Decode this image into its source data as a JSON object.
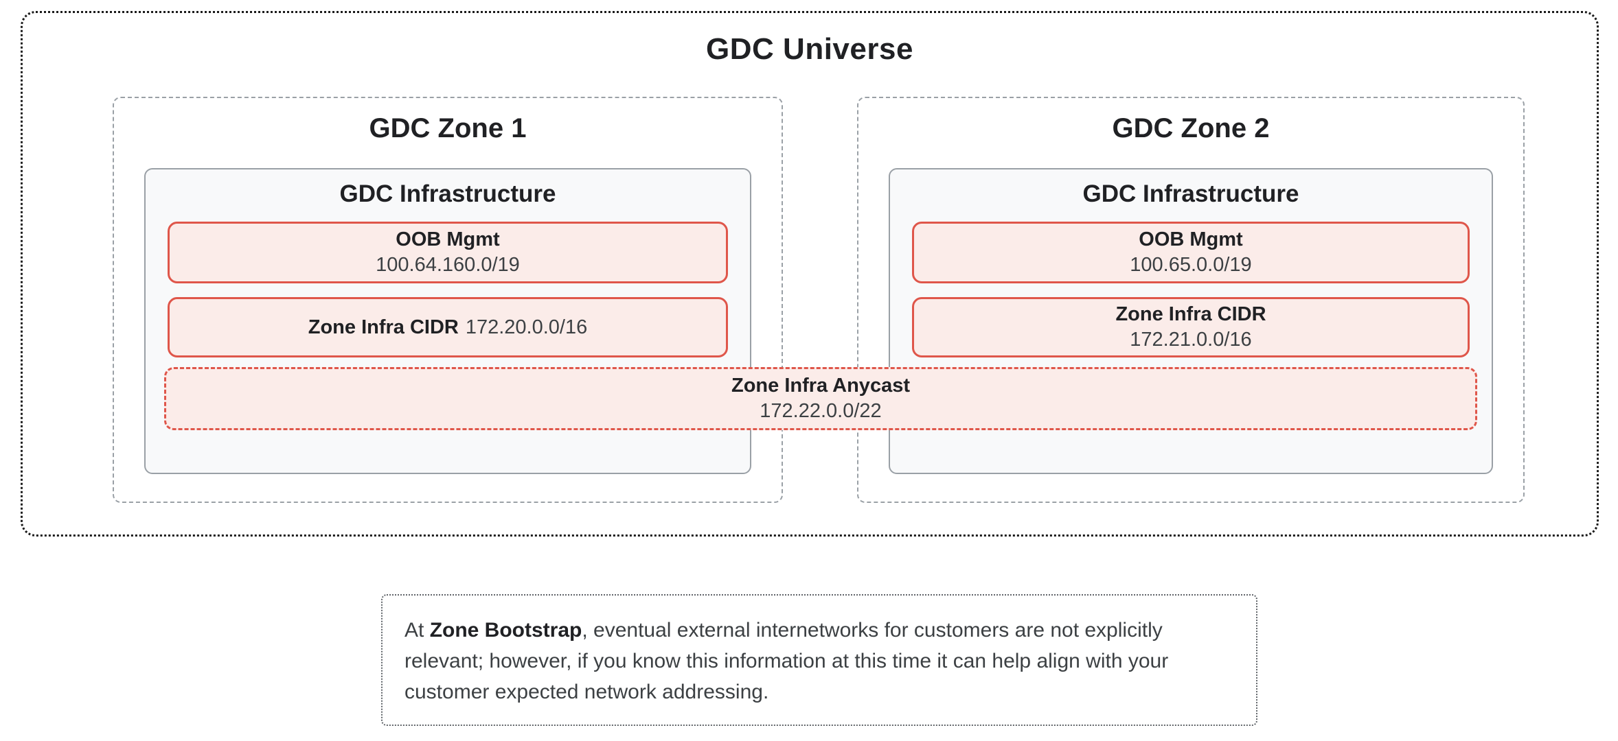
{
  "universe": {
    "title": "GDC Universe",
    "zones": [
      {
        "title": "GDC Zone 1",
        "infrastructure": {
          "title": "GDC Infrastructure",
          "oob": {
            "label": "OOB Mgmt",
            "cidr": "100.64.160.0/19"
          },
          "zone_infra": {
            "label": "Zone Infra CIDR",
            "cidr": "172.20.0.0/16"
          }
        }
      },
      {
        "title": "GDC Zone 2",
        "infrastructure": {
          "title": "GDC Infrastructure",
          "oob": {
            "label": "OOB Mgmt",
            "cidr": "100.65.0.0/19"
          },
          "zone_infra": {
            "label": "Zone Infra CIDR",
            "cidr": "172.21.0.0/16"
          }
        }
      }
    ],
    "anycast": {
      "label": "Zone Infra Anycast",
      "cidr": "172.22.0.0/22"
    }
  },
  "note": {
    "prefix": "At ",
    "bold": "Zone Bootstrap",
    "rest": ", eventual external internetworks for customers are not explicitly relevant; however, if you know this information at this time it can help align with your customer expected network addressing."
  },
  "colors": {
    "red_border": "#df564a",
    "red_fill": "#fbece9",
    "gray_border": "#9aa0a6",
    "infra_fill": "#f8f9fa",
    "outer_border": "#1b1b1b"
  }
}
